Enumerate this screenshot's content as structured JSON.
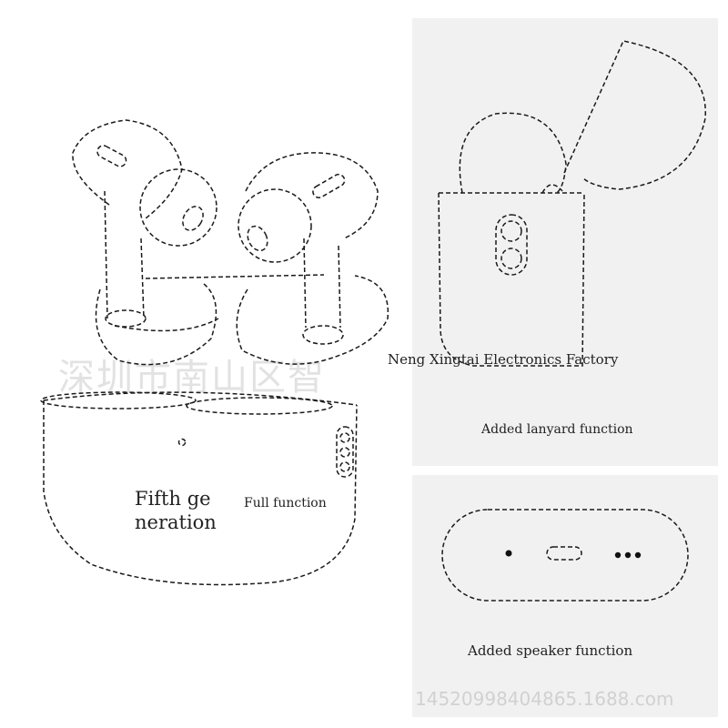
{
  "labels": {
    "factory_name": "Neng Xingtai Electronics Factory",
    "lanyard_caption": "Added lanyard function",
    "generation_line1": "Fifth ge",
    "generation_line2": "neration",
    "full_function": "Full function",
    "speaker_caption": "Added speaker function"
  },
  "watermarks": {
    "chinese_watermark": "深圳市南山区智",
    "url_watermark": "14520998404865.1688.com"
  },
  "colors": {
    "line": "#1a1a1a",
    "panel_background": "#f1f1f1"
  }
}
